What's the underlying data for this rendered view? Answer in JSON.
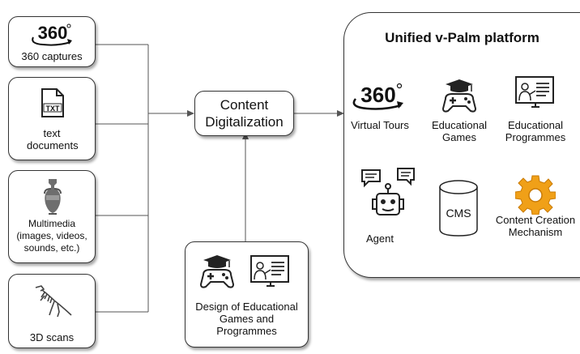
{
  "sources": [
    {
      "icon_text": "360",
      "label": "360 captures"
    },
    {
      "icon_text": "TXT",
      "label": "text documents"
    },
    {
      "label": "Multimedia (images, videos, sounds, etc.)"
    },
    {
      "label": "3D scans"
    }
  ],
  "center": {
    "label": "Content Digitalization"
  },
  "design": {
    "label": "Design of Educational Games and Programmes"
  },
  "platform": {
    "title": "Unified v-Palm platform",
    "items": [
      {
        "icon_text": "360",
        "label": "Virtual Tours"
      },
      {
        "label": "Educational Games"
      },
      {
        "label": "Educational Programmes"
      },
      {
        "label": "Agent"
      },
      {
        "icon_text": "CMS"
      },
      {
        "label": "Content Creation Mechanism"
      }
    ]
  }
}
